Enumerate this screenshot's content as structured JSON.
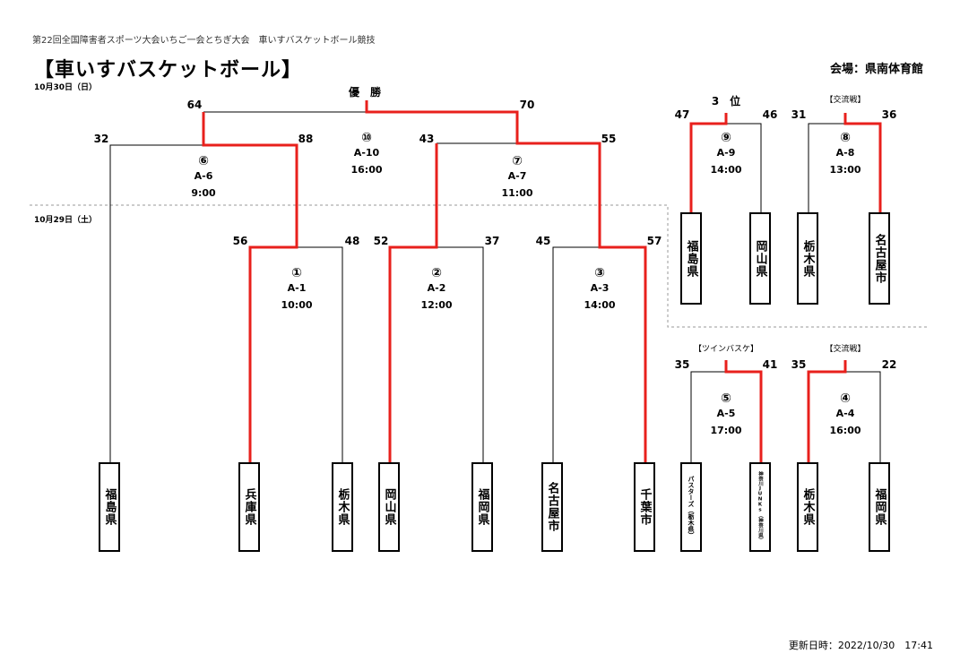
{
  "header": {
    "subtitle": "第22回全国障害者スポーツ大会いちご一会とちぎ大会　車いすバスケットボール競技",
    "title": "【車いすバスケットボール】",
    "venue": "会場：県南体育館"
  },
  "dates": {
    "day2": "10月30日（日）",
    "day1": "10月29日（土）"
  },
  "labels": {
    "champion": "優　勝",
    "third": "3　位",
    "exchange1": "【交流戦】",
    "twin": "【ツインバスケ】",
    "exchange2": "【交流戦】"
  },
  "teams": {
    "main": [
      "福島県",
      "兵庫県",
      "栃木県",
      "岡山県",
      "福岡県",
      "名古屋市",
      "千葉市"
    ],
    "top_right": [
      "福島県",
      "岡山県",
      "栃木県",
      "名古屋市"
    ],
    "bottom_right": [
      "パスターズ（栃木県）",
      "神奈川JUNKs（神奈川県）",
      "栃木県",
      "福岡県"
    ]
  },
  "matches": {
    "m1": {
      "num": "①",
      "code": "A-1",
      "time": "10:00",
      "scores": [
        "56",
        "48"
      ]
    },
    "m2": {
      "num": "②",
      "code": "A-2",
      "time": "12:00",
      "scores": [
        "52",
        "37"
      ]
    },
    "m3": {
      "num": "③",
      "code": "A-3",
      "time": "14:00",
      "scores": [
        "45",
        "57"
      ]
    },
    "m4": {
      "num": "④",
      "code": "A-4",
      "time": "16:00",
      "scores": [
        "35",
        "22"
      ]
    },
    "m5": {
      "num": "⑤",
      "code": "A-5",
      "time": "17:00",
      "scores": [
        "35",
        "41"
      ]
    },
    "m6": {
      "num": "⑥",
      "code": "A-6",
      "time": "9:00",
      "scores": [
        "32",
        "88"
      ]
    },
    "m7": {
      "num": "⑦",
      "code": "A-7",
      "time": "11:00",
      "scores": [
        "43",
        "55"
      ]
    },
    "m8": {
      "num": "⑧",
      "code": "A-8",
      "time": "13:00",
      "scores": [
        "31",
        "36"
      ]
    },
    "m9": {
      "num": "⑨",
      "code": "A-9",
      "time": "14:00",
      "scores": [
        "47",
        "46"
      ]
    },
    "m10": {
      "num": "⑩",
      "code": "A-10",
      "time": "16:00",
      "scores": [
        "64",
        "70"
      ]
    }
  },
  "footer": {
    "updated": "更新日時：2022/10/30　17:41"
  },
  "colors": {
    "winner_line": "#e8201c",
    "line": "#000000",
    "divider": "#999999"
  }
}
